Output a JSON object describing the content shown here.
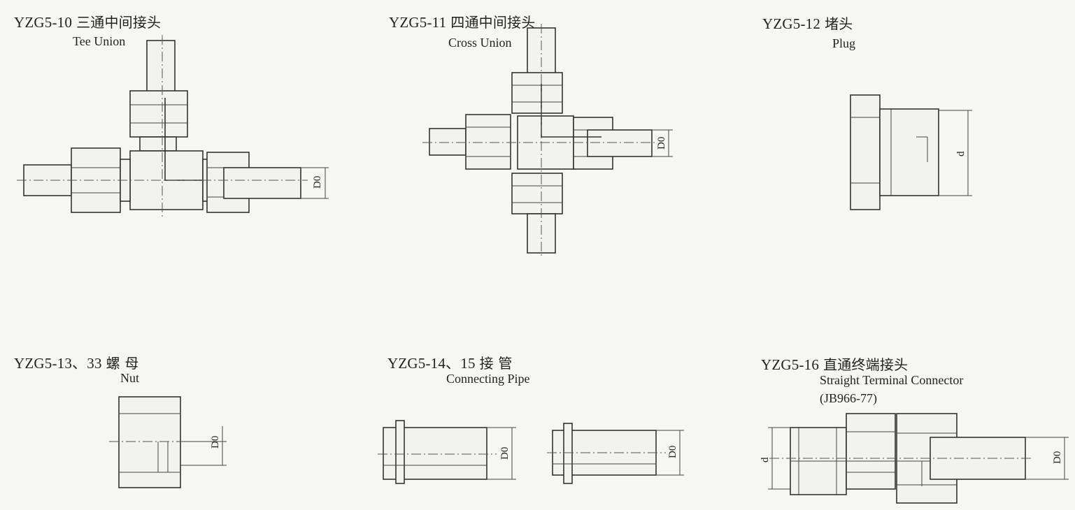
{
  "fittings": [
    {
      "code": "YZG5-10",
      "cn": "三通中间接头",
      "en": "Tee Union",
      "dims": [
        "D0"
      ]
    },
    {
      "code": "YZG5-11",
      "cn": "四通中间接头",
      "en": "Cross Union",
      "dims": [
        "D0"
      ]
    },
    {
      "code": "YZG5-12",
      "cn": "堵头",
      "en": "Plug",
      "dims": [
        "d"
      ]
    },
    {
      "code": "YZG5-13、33",
      "cn": "螺 母",
      "en": "Nut",
      "dims": [
        "D0"
      ]
    },
    {
      "code": "YZG5-14、15",
      "cn": "接 管",
      "en": "Connecting Pipe",
      "dims": [
        "D0",
        "D0"
      ]
    },
    {
      "code": "YZG5-16",
      "cn": "直通终端接头",
      "en": "Straight Terminal Connector",
      "std": "(JB966-77)",
      "dims": [
        "d",
        "D0"
      ]
    }
  ]
}
